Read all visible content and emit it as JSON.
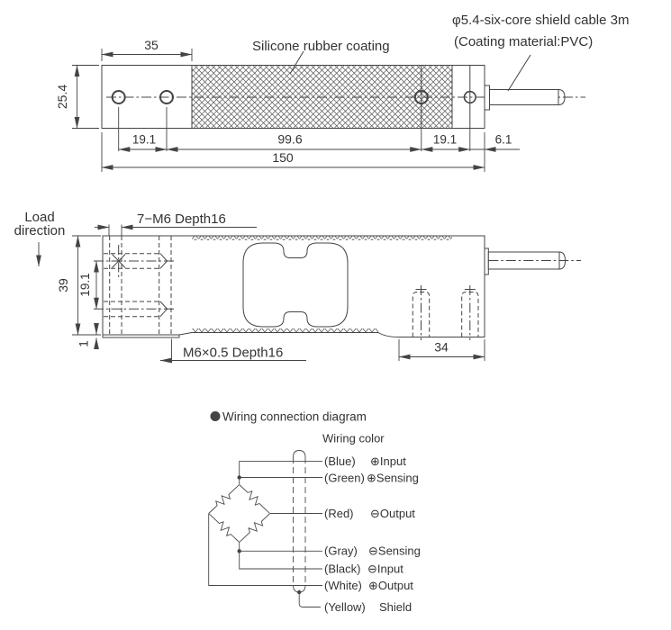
{
  "colors": {
    "line": "#444444",
    "text": "#333333",
    "bullet": "#8c8c8c"
  },
  "top_view": {
    "coating_label": "Silicone rubber coating",
    "cable_label_line1": "φ5.4-six-core shield cable 3m",
    "cable_label_line2": "(Coating material:PVC)",
    "dim_left_block_width": "35",
    "dim_body_height": "25.4",
    "dim_hole_pitch_left": "19.1",
    "dim_coating_length": "99.6",
    "dim_hole_pitch_right": "19.1",
    "dim_cable_end": "6.1",
    "dim_total_length": "150"
  },
  "side_view": {
    "load_direction_line1": "Load",
    "load_direction_line2": "direction",
    "bolt_holes_label": "7−M6 Depth16",
    "thread_label": "M6×0.5 Depth16",
    "dim_body_height": "39",
    "dim_hole_pitch": "19.1",
    "dim_plate_thickness": "1",
    "dim_right_block": "34"
  },
  "wiring": {
    "section_title": "Wiring connection diagram",
    "column_title": "Wiring color",
    "rows": [
      {
        "color": "(Blue)",
        "signal": "⊕Input"
      },
      {
        "color": "(Green)",
        "signal": "⊕Sensing"
      },
      {
        "color": "(Red)",
        "signal": "⊖Output"
      },
      {
        "color": "(Gray)",
        "signal": "⊖Sensing"
      },
      {
        "color": "(Black)",
        "signal": "⊖Input"
      },
      {
        "color": "(White)",
        "signal": "⊕Output"
      },
      {
        "color": "(Yellow)",
        "signal": "Shield"
      }
    ]
  }
}
